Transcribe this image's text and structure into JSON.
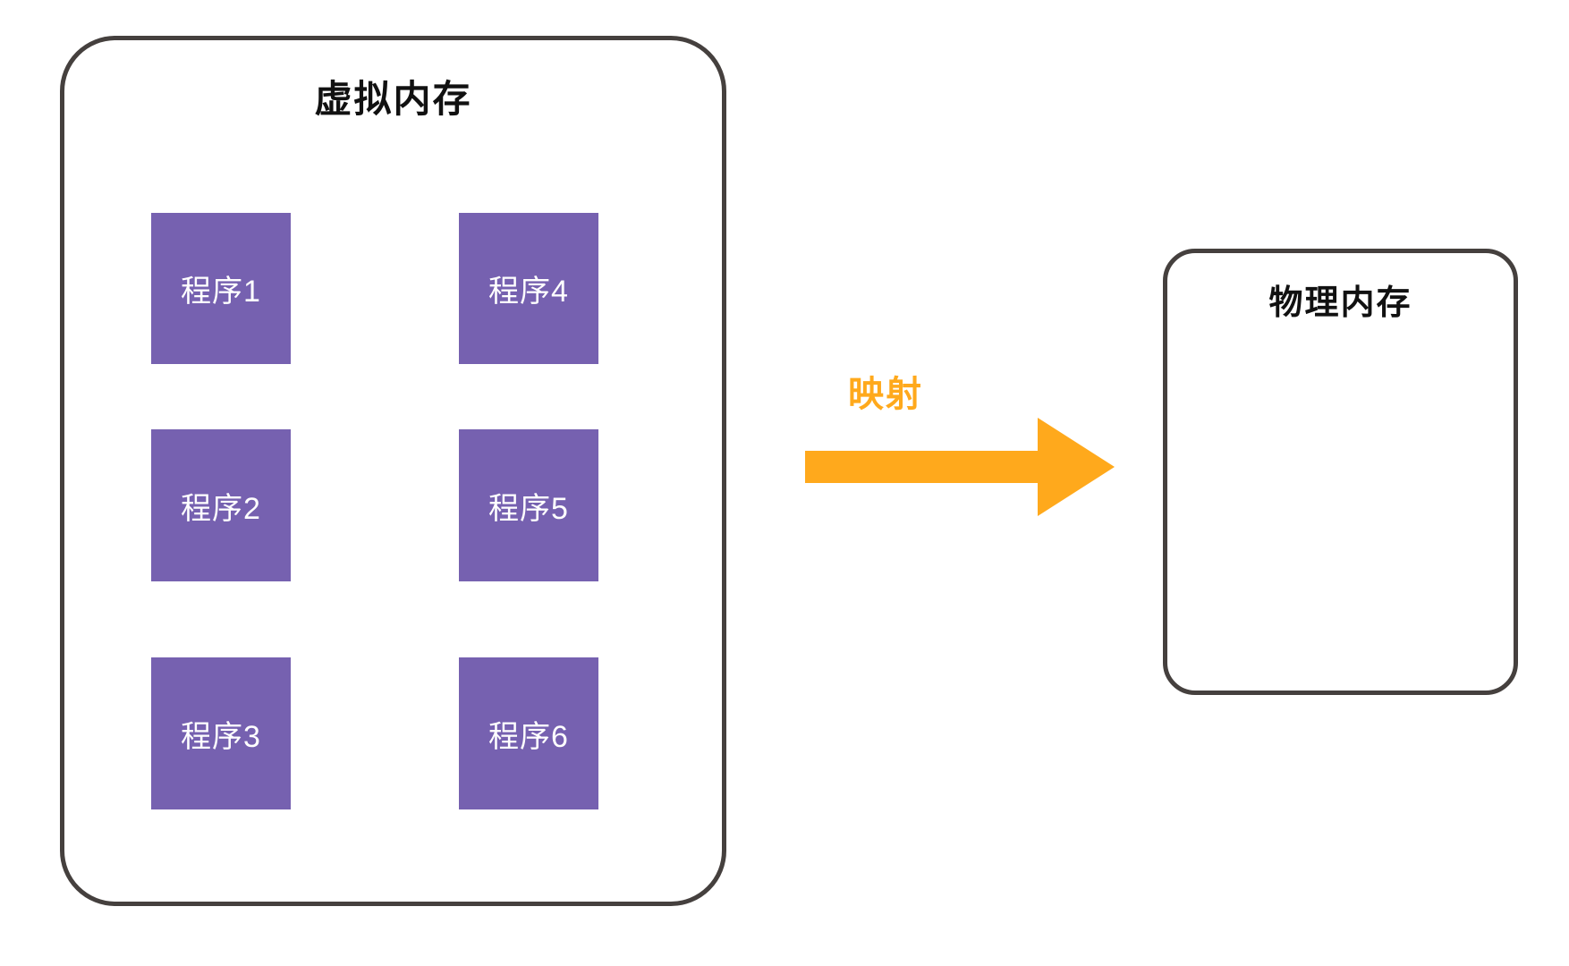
{
  "diagram": {
    "virtual_memory": {
      "title": "虚拟内存",
      "programs": [
        {
          "label": "程序1"
        },
        {
          "label": "程序2"
        },
        {
          "label": "程序3"
        },
        {
          "label": "程序4"
        },
        {
          "label": "程序5"
        },
        {
          "label": "程序6"
        }
      ]
    },
    "mapping": {
      "label": "映射"
    },
    "physical_memory": {
      "title": "物理内存"
    },
    "colors": {
      "program_fill": "#7661b0",
      "arrow": "#ffa91c",
      "outline": "#45403e",
      "program_text": "#ffffff",
      "title_text": "#111111",
      "background": "#ffffff"
    }
  }
}
